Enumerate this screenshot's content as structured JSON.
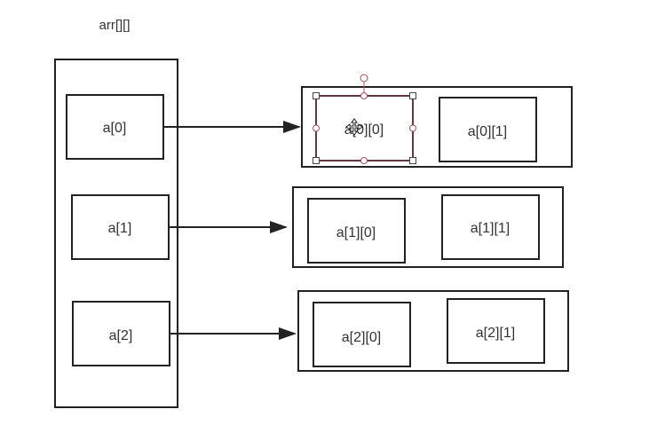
{
  "diagram": {
    "title": "arr[][]",
    "outer_cells": [
      "a[0]",
      "a[1]",
      "a[2]"
    ],
    "rows": [
      [
        "a[0][0]",
        "a[0][1]"
      ],
      [
        "a[1][0]",
        "a[1][1]"
      ],
      [
        "a[2][0]",
        "a[2][1]"
      ]
    ],
    "colors": {
      "stroke": "#222222",
      "text": "#333333",
      "selection": "#a0525c",
      "handle_fill": "#ffffff"
    }
  }
}
